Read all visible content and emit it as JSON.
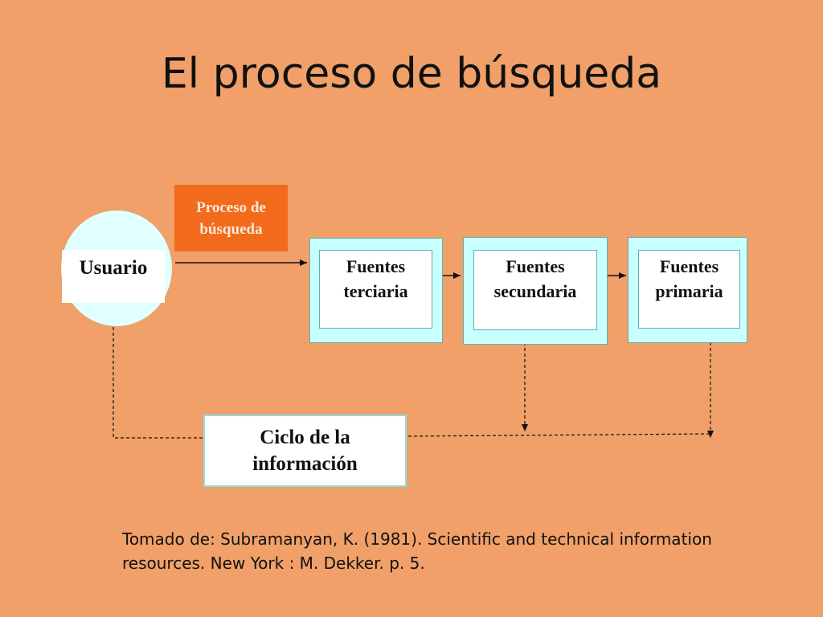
{
  "slide": {
    "title": "El proceso de búsqueda",
    "process_label": "Proceso de búsqueda",
    "user": "Usuario",
    "sources": [
      "Fuentes terciaria",
      "Fuentes secundaria",
      "Fuentes primaria"
    ],
    "cycle": "Ciclo de la información",
    "citation": "Tomado de:  Subramanyan, K. (1981). Scientific and technical information resources. New York : M. Dekker. p. 5."
  },
  "colors": {
    "background": "#f0a068",
    "process_fill": "#f26b1d",
    "source_outer": "#c8ffff",
    "circle": "#e0ffff"
  }
}
